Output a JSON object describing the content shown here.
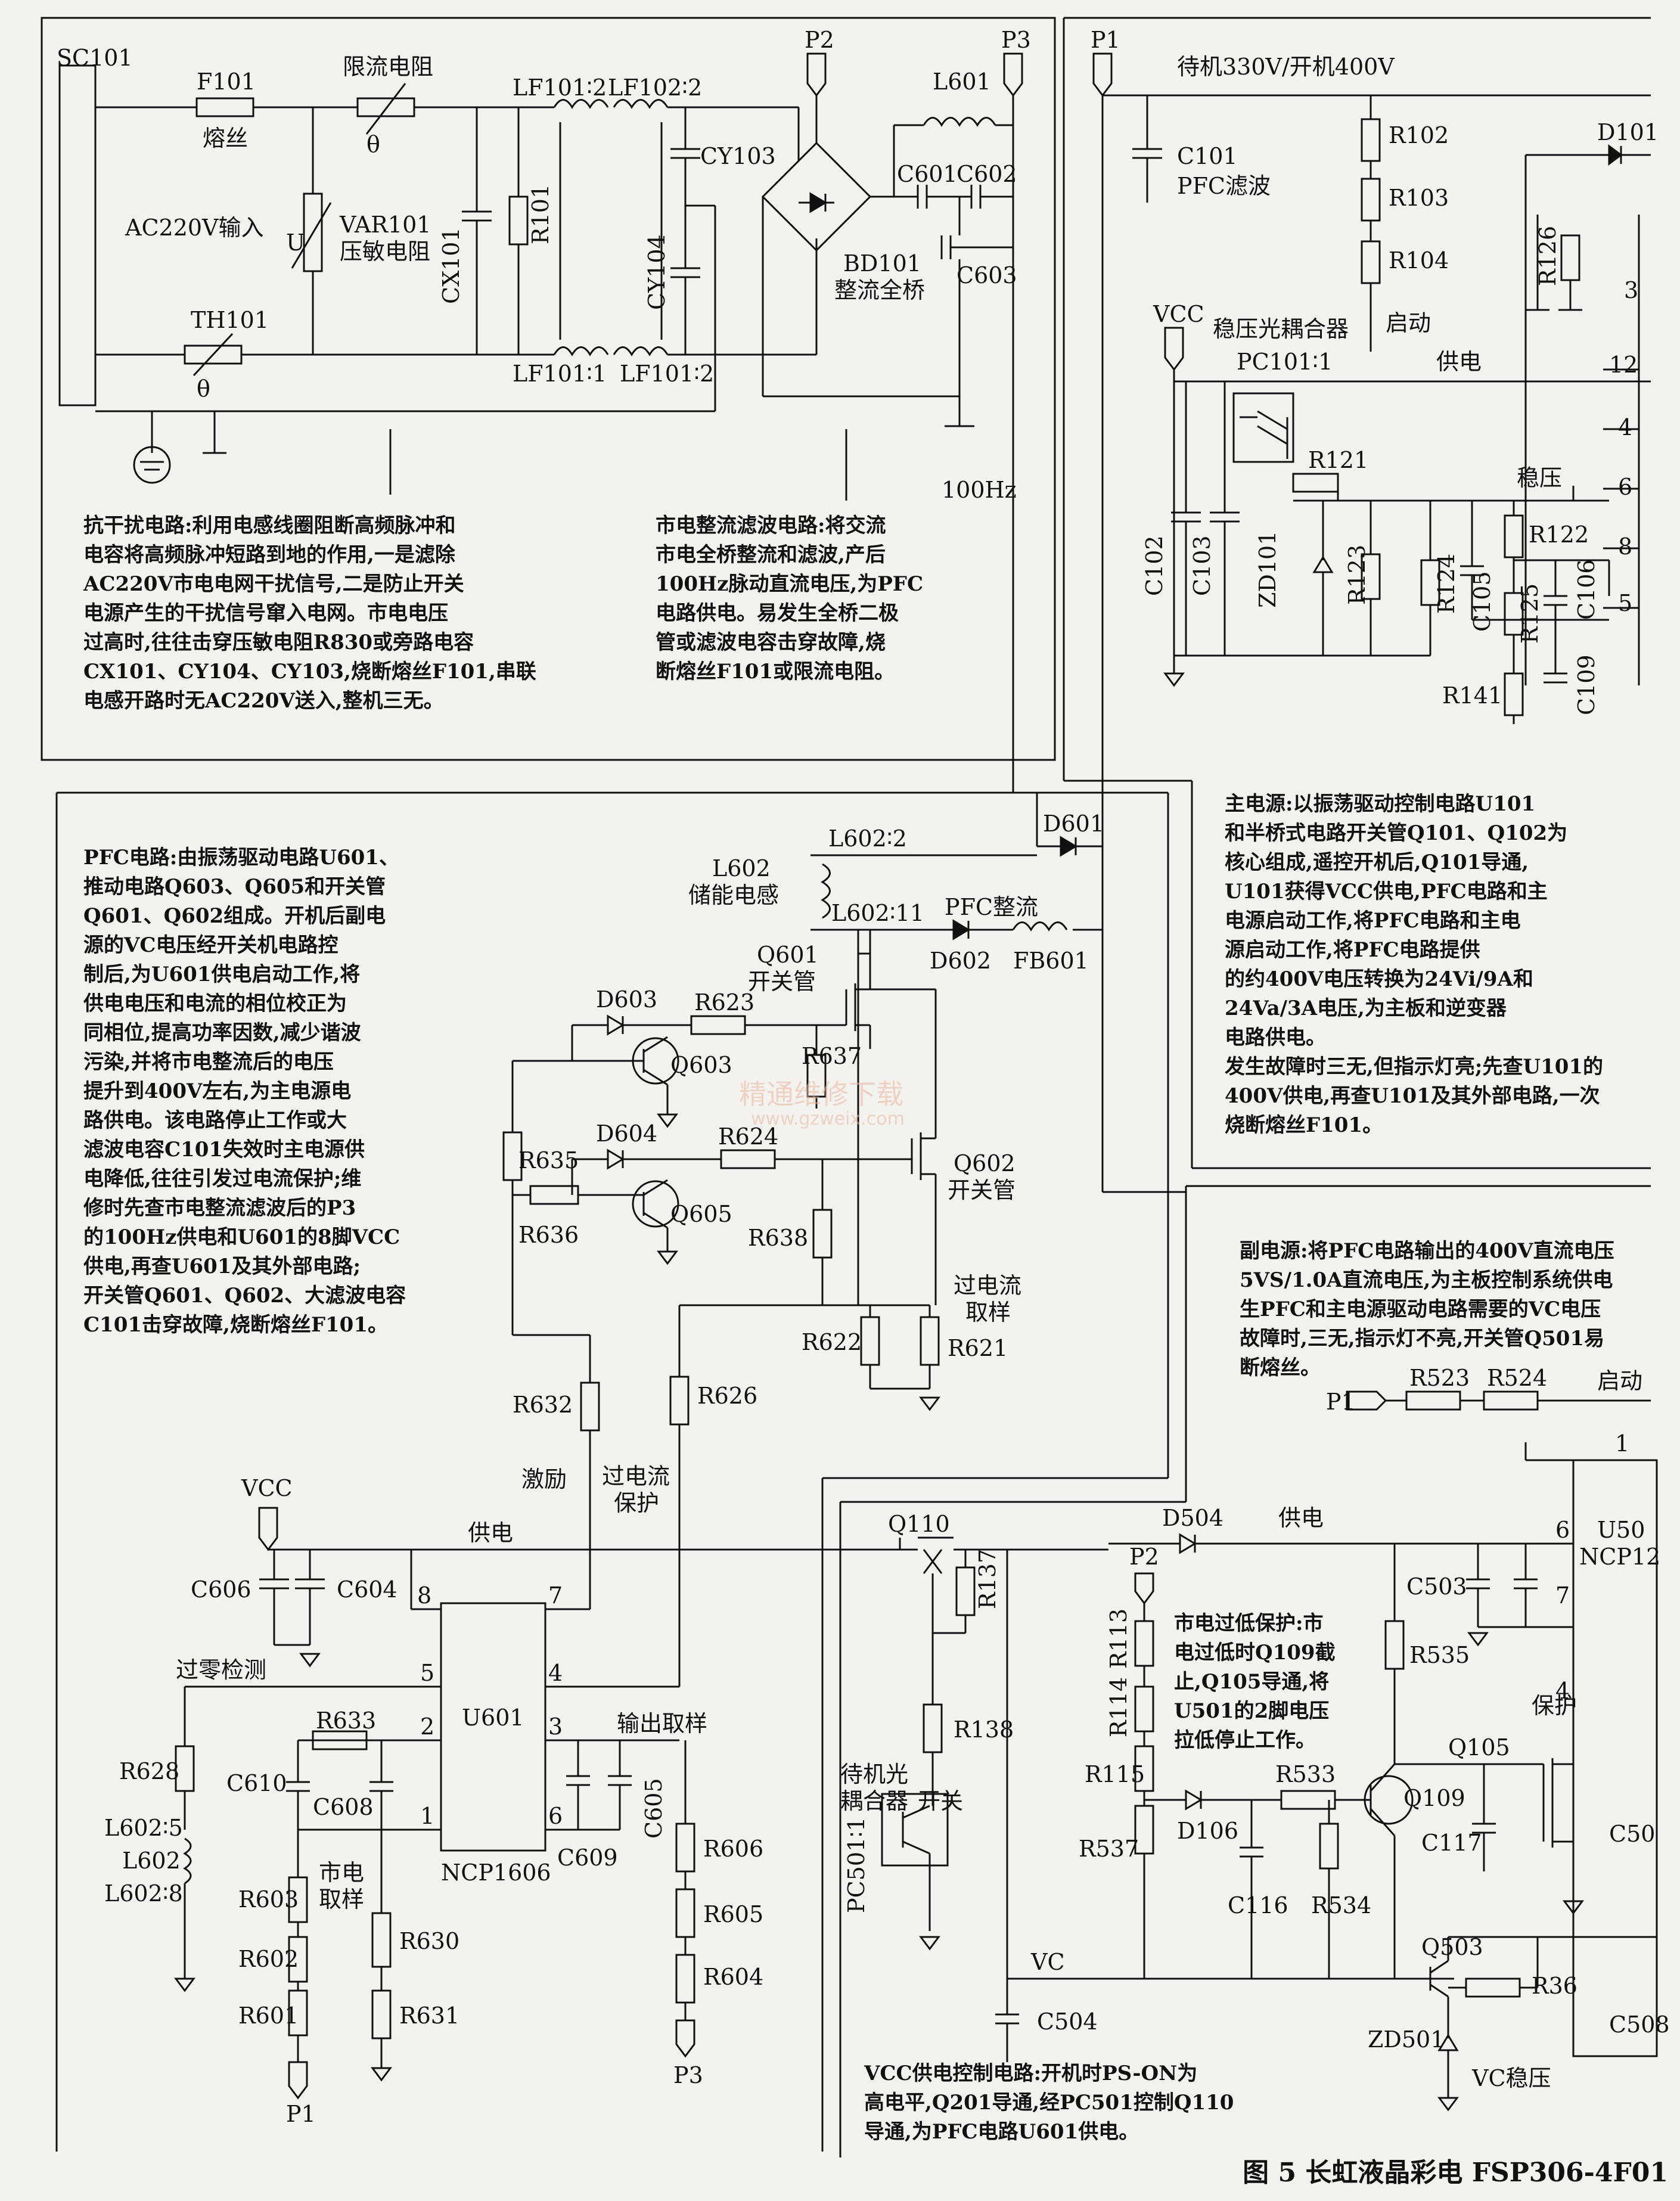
{
  "sections": {
    "interference": {
      "labels": {
        "sc101": "SC101",
        "f101": "F101",
        "f101_name": "熔丝",
        "limit_res": "限流电阻",
        "theta1": "θ",
        "ac_in": "AC220V输入",
        "var101": "VAR101",
        "var101_name": "压敏电阻",
        "u": "U",
        "cx101": "CX101",
        "r101": "R101",
        "lf101_2": "LF101∶2",
        "lf102_2": "LF102∶2",
        "lf101_1": "LF101∶1",
        "lf101_2b": "LF101∶2",
        "cy103": "CY103",
        "cy104": "CY104",
        "th101": "TH101",
        "theta2": "θ"
      },
      "note": "抗干扰电路:利用电感线圈阻断高频脉冲和\n电容将高频脉冲短路到地的作用,一是滤除\nAC220V市电电网干扰信号,二是防止开关\n电源产生的干扰信号窜入电网。市电电压\n过高时,往往击穿压敏电阻R830或旁路电容\nCX101、CY104、CY103,烧断熔丝F101,串联\n电感开路时无AC220V送入,整机三无。"
    },
    "rectifier": {
      "labels": {
        "p2": "P2",
        "p3": "P3",
        "l601": "L601",
        "c601": "C601",
        "c602": "C602",
        "c603": "C603",
        "bd101": "BD101",
        "bd101_name": "整流全桥",
        "hz": "100Hz"
      },
      "note": "市电整流滤波电路:将交流\n市电全桥整流和滤波,产后\n100Hz脉动直流电压,为PFC\n电路供电。易发生全桥二极\n管或滤波电容击穿故障,烧\n断熔丝F101或限流电阻。"
    },
    "main_power": {
      "labels": {
        "p1": "P1",
        "voltage": "待机330V/开机400V",
        "c101": "C101",
        "c101_name": "PFC滤波",
        "r102": "R102",
        "r103": "R103",
        "r104": "R104",
        "d101": "D101",
        "r126": "R126",
        "vcc": "VCC",
        "coupler": "稳压光耦合器",
        "pc101": "PC101∶1",
        "start": "启动",
        "supply": "供电",
        "r121": "R121",
        "stab": "稳压",
        "c102": "C102",
        "c103": "C103",
        "zd101": "ZD101",
        "r123": "R123",
        "r124": "R124",
        "c105": "C105",
        "r122": "R122",
        "r125": "R125",
        "c106": "C106",
        "r141": "R141",
        "c109": "C109",
        "pin3": "3",
        "pin12": "12",
        "pin4": "4",
        "pin6": "6",
        "pin8": "8",
        "pin5": "5"
      },
      "note": "主电源:以振荡驱动控制电路U101\n和半桥式电路开关管Q101、Q102为\n核心组成,遥控开机后,Q101导通,\nU101获得VCC供电,PFC电路和主\n电源启动工作,将PFC电路和主电\n源启动工作,将PFC电路提供\n的约400V电压转换为24Vi/9A和\n24Va/3A电压,为主板和逆变器\n电路供电。\n发生故障时三无,但指示灯亮;先查U101的\n400V供电,再查U101及其外部电路,一次\n烧断熔丝F101。"
    },
    "pfc": {
      "labels": {
        "l602_2": "L602∶2",
        "l602": "L602",
        "l602_name": "储能电感",
        "l602_11": "L602∶11",
        "d601": "D601",
        "pfc_rect": "PFC整流",
        "d602": "D602",
        "fb601": "FB601",
        "q601": "Q601",
        "q601_name": "开关管",
        "d603": "D603",
        "r623": "R623",
        "r637": "R637",
        "q603": "Q603",
        "r635": "R635",
        "d604": "D604",
        "r624": "R624",
        "q602": "Q602",
        "q602_name": "开关管",
        "r636": "R636",
        "q605": "Q605",
        "r638": "R638",
        "oc_sample": "过电流\n取样",
        "r622": "R622",
        "r621": "R621",
        "r632": "R632",
        "r626": "R626",
        "excite": "激励",
        "oc_protect": "过电流\n保护",
        "vcc": "VCC",
        "supply": "供电",
        "c606": "C606",
        "c604": "C604",
        "zero": "过零检测",
        "u601": "U601",
        "ncp": "NCP1606",
        "out_sample": "输出取样",
        "r628": "R628",
        "c610": "C610",
        "r633": "R633",
        "c608": "C608",
        "l602_5": "L602∶5",
        "l602b": "L602",
        "l602_8": "L602∶8",
        "r603": "R603",
        "mains_sample": "市电\n取样",
        "r602": "R602",
        "r630": "R630",
        "r601": "R601",
        "r631": "R631",
        "p1": "P1",
        "c609": "C609",
        "c605": "C605",
        "r606": "R606",
        "r605": "R605",
        "r604": "R604",
        "p3": "P3",
        "pin8": "8",
        "pin7": "7",
        "pin5": "5",
        "pin4": "4",
        "pin2": "2",
        "pin3": "3",
        "pin1": "1",
        "pin6": "6"
      },
      "note": "PFC电路:由振荡驱动电路U601、\n推动电路Q603、Q605和开关管\nQ601、Q602组成。开机后副电\n源的VC电压经开关机电路控\n制后,为U601供电启动工作,将\n供电电压和电流的相位校正为\n同相位,提高功率因数,减少谐波\n污染,并将市电整流后的电压\n提升到400V左右,为主电源电\n路供电。该电路停止工作或大\n滤波电容C101失效时主电源供\n电降低,往往引发过电流保护;维\n修时先查市电整流滤波后的P3\n的100Hz供电和U601的8脚VCC\n供电,再查U601及其外部电路;\n开关管Q601、Q602、大滤波电容\nC101击穿故障,烧断熔丝F101。"
    },
    "vcc_control": {
      "labels": {
        "q110": "Q110",
        "r137": "R137",
        "r138": "R138",
        "standby": "待机光\n耦合器",
        "switch": "开关",
        "pc501": "PC501∶1",
        "vc": "VC",
        "c504": "C504"
      },
      "note": "VCC供电控制电路:开机时PS-ON为\n高电平,Q201导通,经PC501控制Q110\n导通,为PFC电路U601供电。"
    },
    "aux_power": {
      "labels": {
        "p1": "P1",
        "r523": "R523",
        "r524": "R524",
        "start": "启动",
        "d504": "D504",
        "supply": "供电",
        "u50": "U50",
        "ncp12": "NCP12",
        "p2": "P2",
        "c503": "C503",
        "r113": "R113",
        "r114": "R114",
        "r115": "R115",
        "r537": "R537",
        "d106": "D106",
        "r533": "R533",
        "q109": "Q109",
        "c116": "C116",
        "r534": "R534",
        "r535": "R535",
        "protect": "保护",
        "q105": "Q105",
        "c117": "C117",
        "c50": "C50",
        "q503": "Q503",
        "r36": "R36",
        "zd501": "ZD501",
        "vc_stab": "VC稳压",
        "c508": "C508",
        "pin1": "1",
        "pin6": "6",
        "pin7": "7",
        "pin4": "4"
      },
      "note": "副电源:将PFC电路输出的400V直流电压\n5VS/1.0A直流电压,为主板控制系统供电\n生PFC和主电源驱动电路需要的VC电压\n故障时,三无,指示灯不亮,开关管Q501易\n断熔丝。",
      "low_note": "市电过低保护:市\n电过低时Q109截\n止,Q105导通,将\nU501的2脚电压\n拉低停止工作。"
    }
  },
  "watermark": {
    "cn": "精通维修下载",
    "url": "www.gzweix.com"
  },
  "caption": "图 5   长虹液晶彩电 FSP306-4F01"
}
